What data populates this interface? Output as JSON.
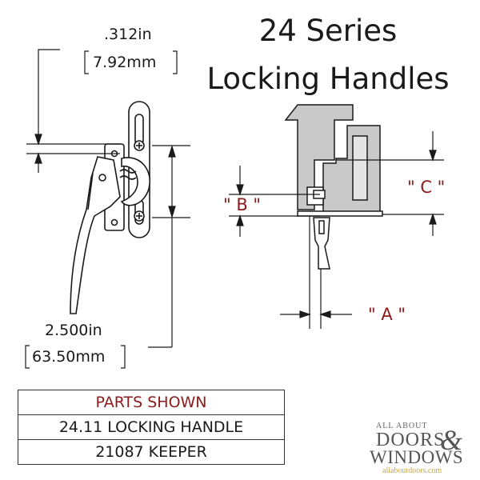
{
  "title": {
    "line1": "24 Series",
    "line2": "Locking Handles"
  },
  "dimensions": {
    "top_in": ".312in",
    "top_mm": "7.92mm",
    "bottom_in": "2.500in",
    "bottom_mm": "63.50mm"
  },
  "labels": {
    "a": "\" A \"",
    "b": "\" B \"",
    "c": "\" C \""
  },
  "parts_table": {
    "header": "PARTS SHOWN",
    "rows": [
      "24.11 LOCKING HANDLE",
      "21087 KEEPER"
    ]
  },
  "logo": {
    "line1": "ALL ABOUT",
    "word1": "DOORS",
    "amp": "&",
    "word2": "WINDOWS",
    "url": "allaboutdoors.com"
  },
  "colors": {
    "accent_red": "#8b1a1a",
    "line": "#1a1a1a",
    "profile_gray": "#c9c9c9"
  }
}
